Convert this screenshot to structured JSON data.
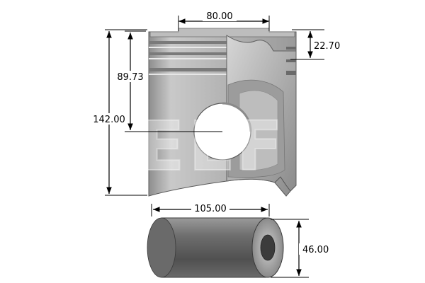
{
  "figure": {
    "watermark": "ELF",
    "dimensions": {
      "pin_bore_spacing": "80.00",
      "top_land_height": "22.70",
      "compression_height": "89.73",
      "total_height": "142.00",
      "pin_length": "105.00",
      "pin_diameter": "46.00"
    }
  },
  "colors": {
    "piston_light": "#c4c4c4",
    "piston_mid": "#a9a9a9",
    "piston_dark": "#6f6f6f",
    "pin_dark": "#4a4a4a",
    "dimension_line": "#000000"
  },
  "icons": [
    "piston-icon",
    "piston-pin-icon"
  ]
}
